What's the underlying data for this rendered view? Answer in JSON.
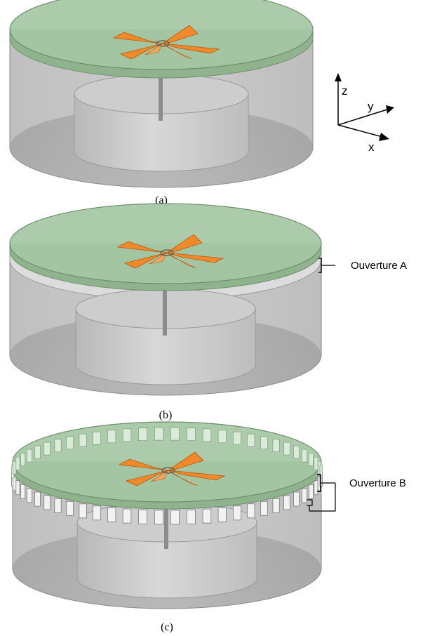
{
  "panels": [
    {
      "caption": "(a)",
      "aperture": "none"
    },
    {
      "caption": "(b)",
      "aperture": "A",
      "annotation": "Ouverture A"
    },
    {
      "caption": "(c)",
      "aperture": "B",
      "annotation": "Ouverture B"
    }
  ],
  "axes": {
    "z": "z",
    "y": "y",
    "x": "x"
  },
  "colors": {
    "cylinder_wall": "#b9b9b9",
    "cylinder_floor": "#6e6e6e",
    "inner_cylinder": "#c6c6c6",
    "substrate": "#9cc49a",
    "antenna": "#f0892a"
  }
}
